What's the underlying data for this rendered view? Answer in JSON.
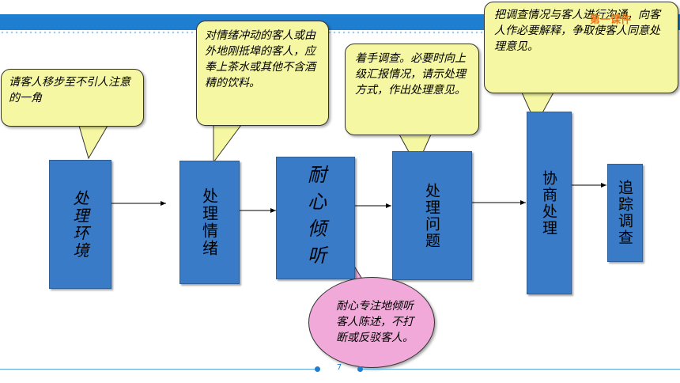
{
  "steps": [
    {
      "label": "处理环境"
    },
    {
      "label": "处理情绪"
    },
    {
      "label": "耐心倾听"
    },
    {
      "label": "处理问题"
    },
    {
      "label": "协商处理"
    },
    {
      "label": "追踪调查"
    }
  ],
  "callouts": {
    "environment": "请客人移步至不引人注意的一角",
    "emotion": "对情绪冲动的客人或由外地刚抵埠的客人，应奉上茶水或其他不含酒精的饮料。",
    "problem": "着手调查。必要时向上级汇报情况，请示处理方式，作出处理意见。",
    "negotiate": "把调查情况与客人进行沟通，向客人作必要解释，争取使客人同意处理意见。",
    "listen": "耐心专注地倾听客人陈述，不打断或反驳客人。"
  },
  "watermark": "第一课件",
  "page_number": "7",
  "colors": {
    "band": "#1e7fd0",
    "box": "#3a7bc8",
    "callout": "#f5f7a3",
    "callout_pink": "#f0a9d8",
    "stamp": "#e8761c"
  }
}
